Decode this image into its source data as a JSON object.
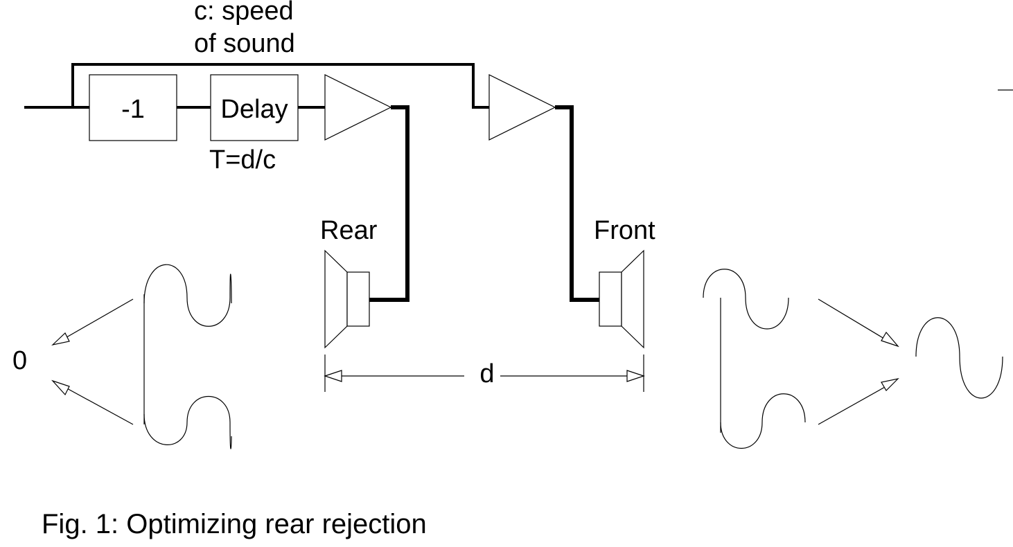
{
  "labels": {
    "speed_of_sound_line1": "c: speed",
    "speed_of_sound_line2": "of sound",
    "inverter": "-1",
    "delay": "Delay",
    "delay_time": "T=d/c",
    "rear": "Rear",
    "front": "Front",
    "distance": "d",
    "rear_result": "0",
    "caption": "Fig. 1: Optimizing rear rejection"
  }
}
